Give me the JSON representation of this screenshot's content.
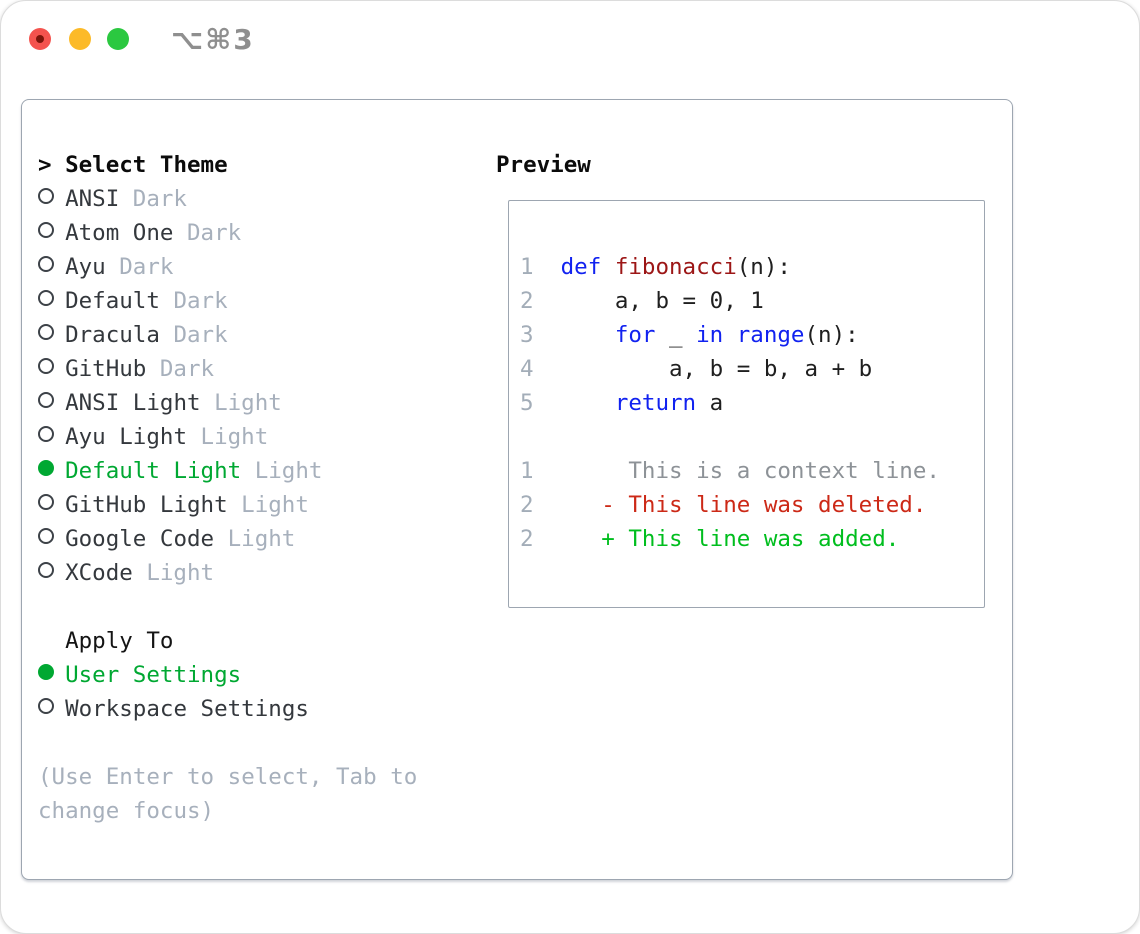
{
  "window": {
    "title": "⌥⌘3",
    "traffic_lights": {
      "close": "#f4534e",
      "minimize": "#fcba28",
      "zoom": "#2bc840"
    }
  },
  "theme_list": {
    "header_marker": ">",
    "header": "Select Theme",
    "items": [
      {
        "name": "ANSI",
        "tag": "Dark",
        "selected": false
      },
      {
        "name": "Atom One",
        "tag": "Dark",
        "selected": false
      },
      {
        "name": "Ayu",
        "tag": "Dark",
        "selected": false
      },
      {
        "name": "Default",
        "tag": "Dark",
        "selected": false
      },
      {
        "name": "Dracula",
        "tag": "Dark",
        "selected": false
      },
      {
        "name": "GitHub",
        "tag": "Dark",
        "selected": false
      },
      {
        "name": "ANSI Light",
        "tag": "Light",
        "selected": false
      },
      {
        "name": "Ayu Light",
        "tag": "Light",
        "selected": false
      },
      {
        "name": "Default Light",
        "tag": "Light",
        "selected": true
      },
      {
        "name": "GitHub Light",
        "tag": "Light",
        "selected": false
      },
      {
        "name": "Google Code",
        "tag": "Light",
        "selected": false
      },
      {
        "name": "XCode",
        "tag": "Light",
        "selected": false
      }
    ]
  },
  "apply_to": {
    "header": "Apply To",
    "items": [
      {
        "label": "User Settings",
        "selected": true
      },
      {
        "label": "Workspace Settings",
        "selected": false
      }
    ]
  },
  "hint": {
    "line1": "(Use Enter to select, Tab to",
    "line2": "change focus)"
  },
  "preview": {
    "header": "Preview",
    "code1": {
      "num": "1",
      "g": "  ",
      "kw": "def ",
      "fn": "fibonacci",
      "rest": "(n):"
    },
    "code2": {
      "num": "2",
      "g": "      ",
      "text": "a, b = 0, 1"
    },
    "code3": {
      "num": "3",
      "g": "      ",
      "kw1": "for",
      "t1": " _ ",
      "kw2": "in",
      "t2": " ",
      "kw3": "range",
      "rest": "(n):"
    },
    "code4": {
      "num": "4",
      "g": "          ",
      "text": "a, b = b, a + b"
    },
    "code5": {
      "num": "5",
      "g": "      ",
      "kw": "return",
      "rest": " a"
    },
    "diff1": {
      "num": "1",
      "g": "       ",
      "text": "This is a context line."
    },
    "diff2": {
      "num": "2",
      "g": "     ",
      "text": "- This line was deleted."
    },
    "diff3": {
      "num": "2",
      "g": "     ",
      "text": "+ This line was added."
    }
  },
  "colors": {
    "selection_green": "#00a832",
    "added_green": "#00be1e",
    "deleted_red": "#cc2917",
    "keyword_blue": "#1122f0",
    "function_red": "#9c1616",
    "muted_gray": "#a7b0bc",
    "border_gray": "#9da6b1"
  }
}
